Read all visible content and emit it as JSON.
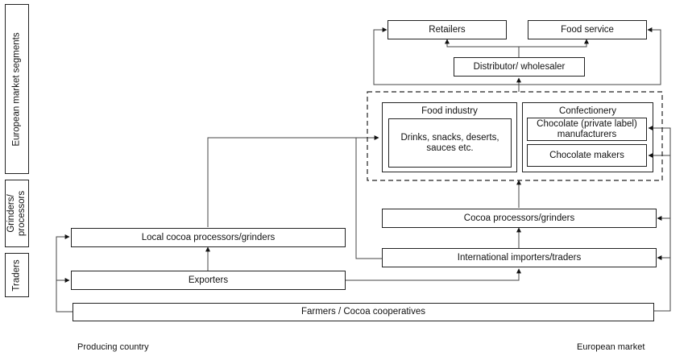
{
  "segments": {
    "european": "European market segments",
    "grinders": "Grinders/ processors",
    "traders": "Traders"
  },
  "boxes": {
    "retailers": "Retailers",
    "food_service": "Food service",
    "distributor": "Distributor/ wholesaler",
    "food_industry_title": "Food industry",
    "food_industry_items": "Drinks, snacks, deserts, sauces etc.",
    "confectionery_title": "Confectionery",
    "chocolate_private": "Chocolate (private label) manufacturers",
    "chocolate_makers": "Chocolate makers",
    "cocoa_processors": "Cocoa processors/grinders",
    "local_processors": "Local cocoa processors/grinders",
    "intl_importers": "International importers/traders",
    "exporters": "Exporters",
    "farmers": "Farmers / Cocoa cooperatives"
  },
  "footer": {
    "producing": "Producing country",
    "european": "European market"
  }
}
